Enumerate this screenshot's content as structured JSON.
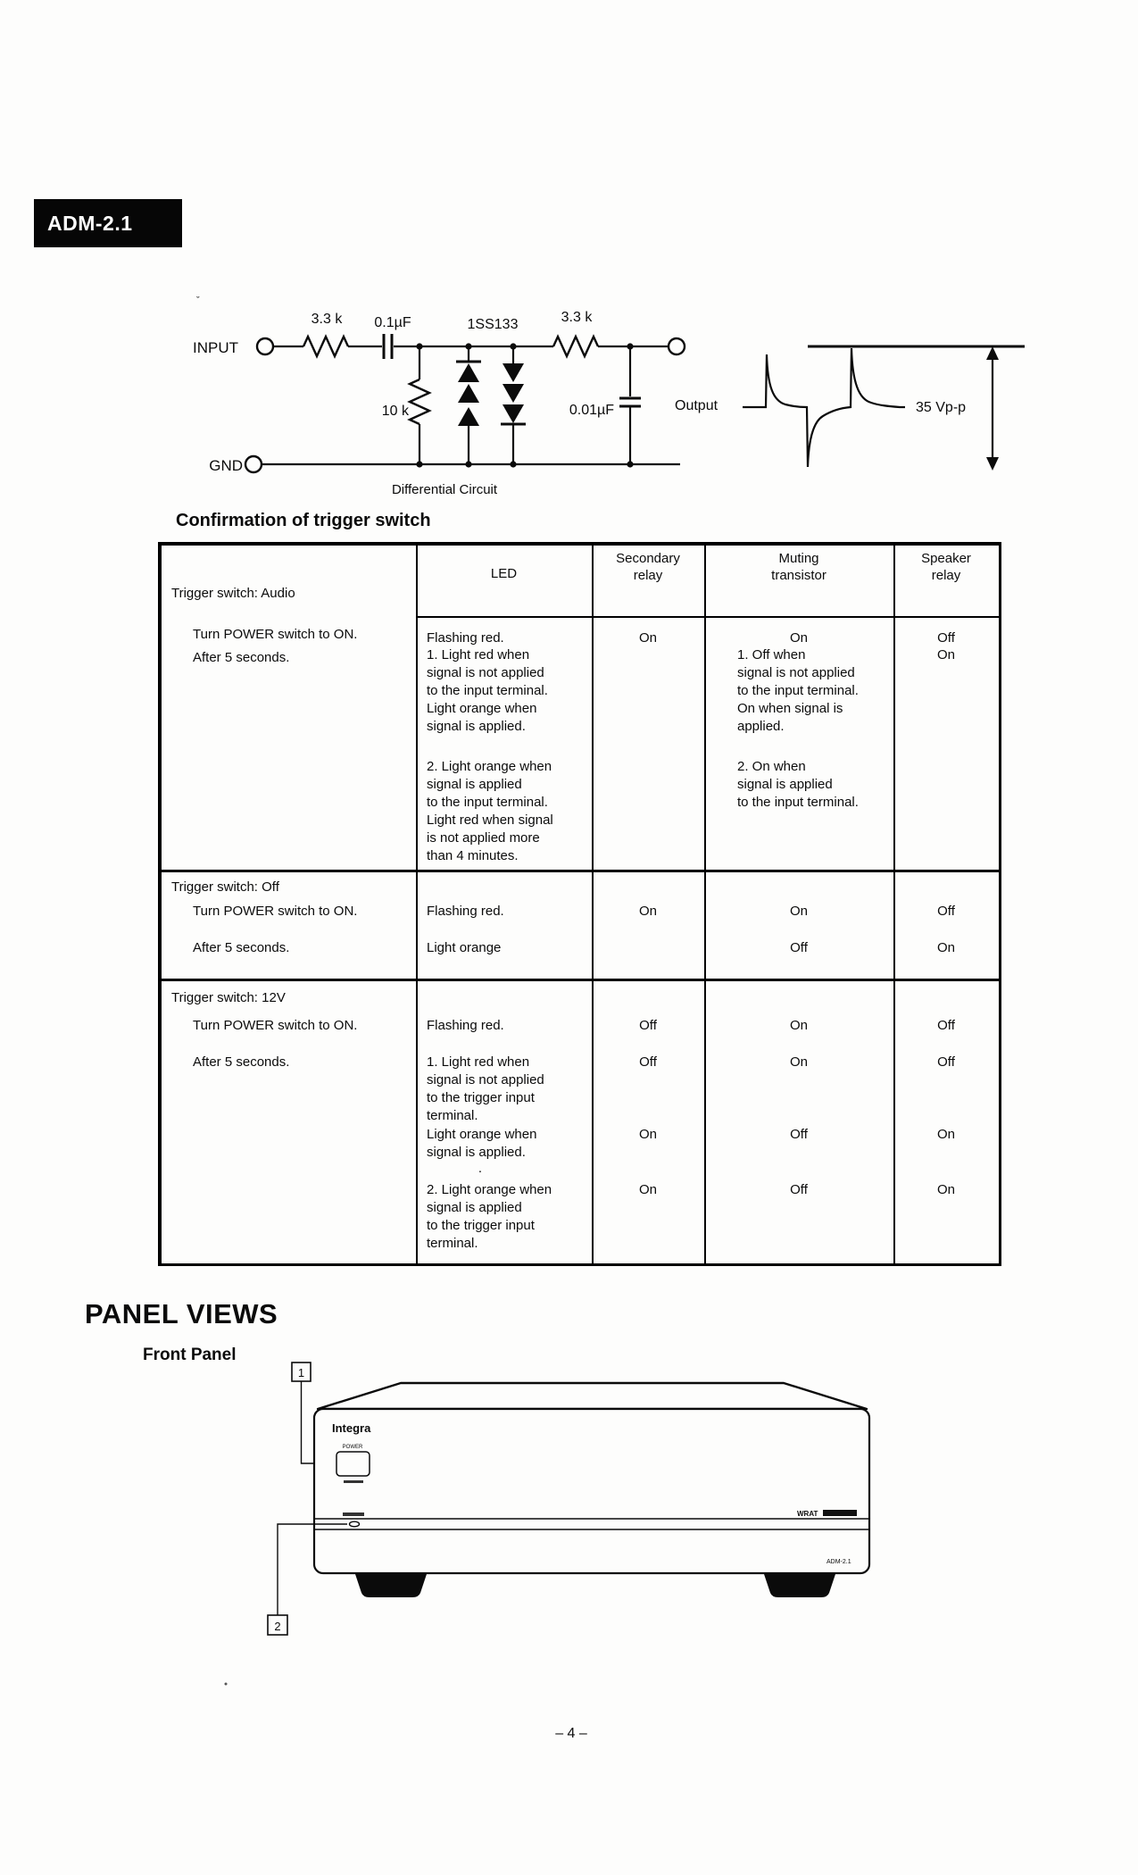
{
  "badge": "ADM-2.1",
  "circuit": {
    "tick": "ˇ",
    "input": "INPUT",
    "gnd": "GND",
    "r1": "3.3 k",
    "c1": "0.1µF",
    "diodes": "1SS133",
    "r2": "3.3 k",
    "r_shunt": "10 k",
    "c2": "0.01µF",
    "output": "Output",
    "vpp": "35 Vp-p",
    "caption": "Differential Circuit"
  },
  "table": {
    "title": "Confirmation of trigger switch",
    "headers": {
      "led": "LED",
      "secondary": "Secondary\nrelay",
      "muting": "Muting\ntransistor",
      "speaker": "Speaker\nrelay"
    },
    "s1": {
      "label": "Trigger switch: Audio",
      "step1": "Turn POWER switch to ON.",
      "step2": "After 5 seconds.",
      "led1": "Flashing red.",
      "sec1": "On",
      "mut1": "On",
      "spk1": "Off",
      "led2": "1. Light red when\nsignal is not applied\nto  the input terminal.\nLight orange when\nsignal is applied.",
      "mut2": "1. Off when\nsignal is not applied\nto  the input terminal.\nOn when signal is\napplied.",
      "spk2": "On",
      "led3": "2. Light orange when\nsignal is applied\nto the input terminal.\nLight red when signal\nis not applied more\nthan 4 minutes.",
      "mut3": "2. On when\nsignal is applied\nto the input terminal."
    },
    "s2": {
      "label": "Trigger switch: Off",
      "step1": "Turn POWER switch to ON.",
      "step2": "After 5 seconds.",
      "led1": "Flashing red.",
      "sec1": "On",
      "mut1": "On",
      "spk1": "Off",
      "led2": "Light orange",
      "mut2": "Off",
      "spk2": "On"
    },
    "s3": {
      "label": "Trigger switch: 12V",
      "step1": "Turn POWER switch to ON.",
      "step2": "After 5 seconds.",
      "led1": "Flashing red.",
      "sec1": "Off",
      "mut1": "On",
      "spk1": "Off",
      "led2": "1. Light red when\nsignal is not applied\nto  the trigger input\nterminal.",
      "sec2": "Off",
      "mut2": "On",
      "spk2": "Off",
      "led3": "Light orange when\nsignal is applied.",
      "sec3": "On",
      "mut3": "Off",
      "spk3": "On",
      "dot": ".",
      "led4": "2. Light orange when\nsignal is applied\nto the trigger input\nterminal.",
      "sec4": "On",
      "mut4": "Off",
      "spk4": "On"
    }
  },
  "panel": {
    "heading": "PANEL VIEWS",
    "subheading": "Front Panel",
    "callout1": "1",
    "callout2": "2",
    "brand": "Integra",
    "power_label": "POWER",
    "wrat": "WRAT",
    "model": "ADM-2.1"
  },
  "page_number": "– 4 –"
}
